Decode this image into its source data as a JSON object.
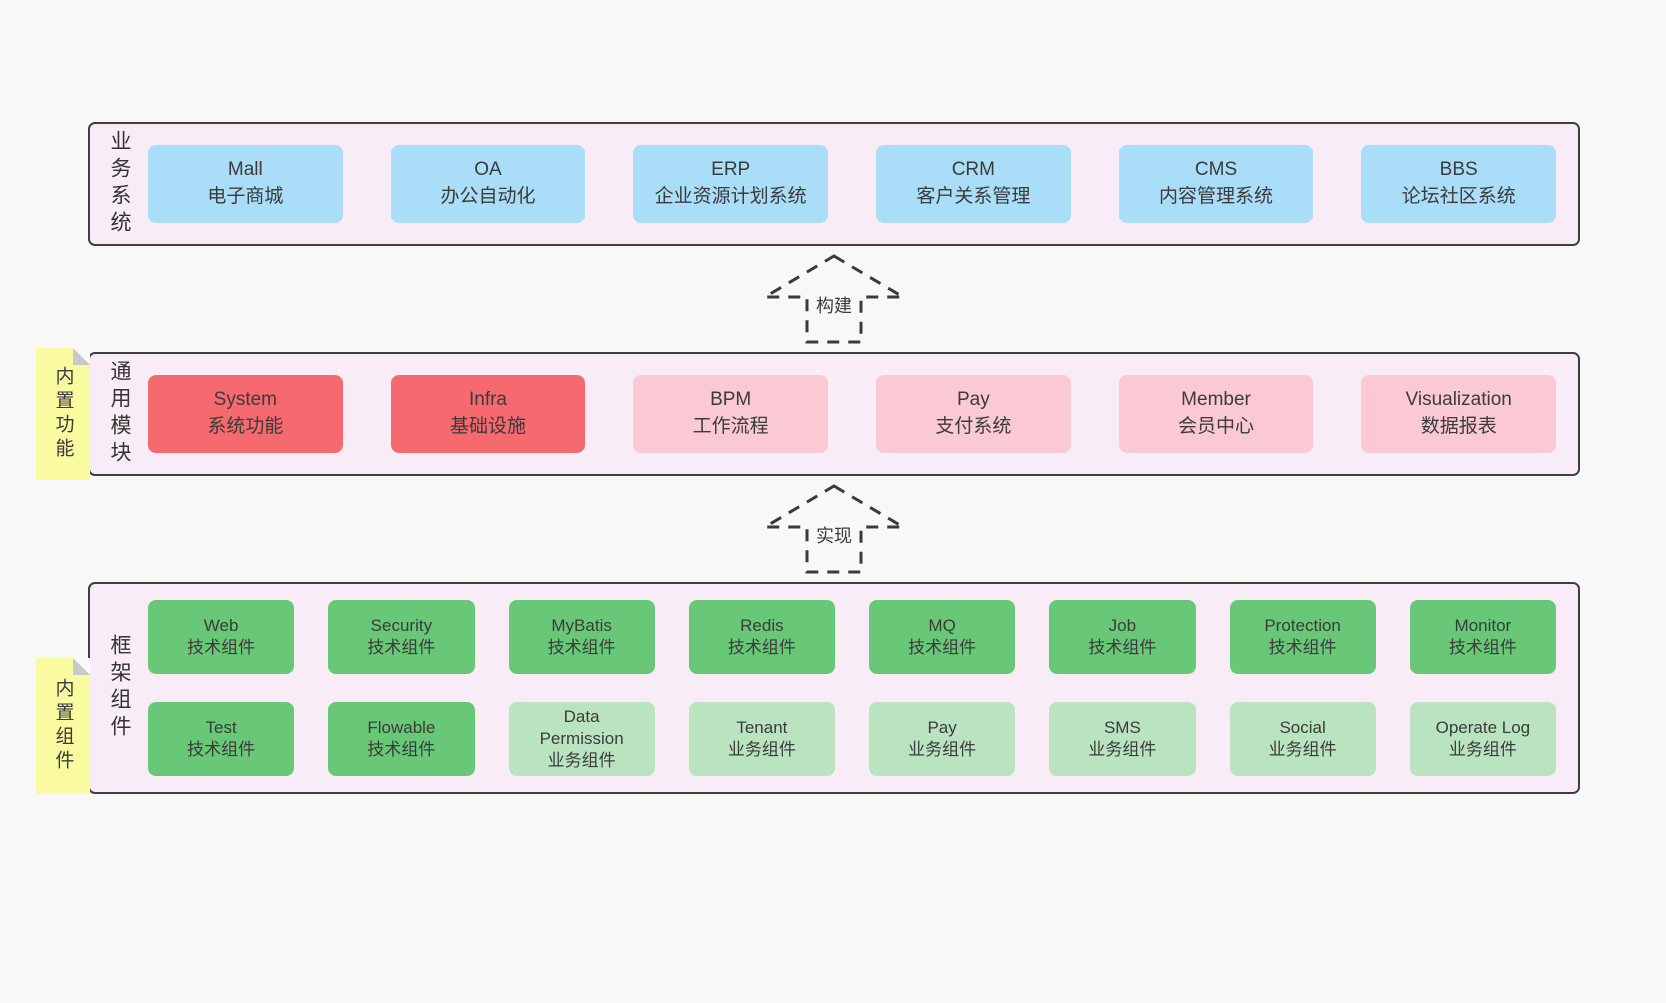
{
  "sections": {
    "business": {
      "label": "业务系统",
      "boxes": [
        {
          "title": "Mall",
          "subtitle": "电子商城"
        },
        {
          "title": "OA",
          "subtitle": "办公自动化"
        },
        {
          "title": "ERP",
          "subtitle": "企业资源计划系统"
        },
        {
          "title": "CRM",
          "subtitle": "客户关系管理"
        },
        {
          "title": "CMS",
          "subtitle": "内容管理系统"
        },
        {
          "title": "BBS",
          "subtitle": "论坛社区系统"
        }
      ]
    },
    "modules": {
      "label": "通用模块",
      "note": "内置功能",
      "boxes": [
        {
          "title": "System",
          "subtitle": "系统功能"
        },
        {
          "title": "Infra",
          "subtitle": "基础设施"
        },
        {
          "title": "BPM",
          "subtitle": "工作流程"
        },
        {
          "title": "Pay",
          "subtitle": "支付系统"
        },
        {
          "title": "Member",
          "subtitle": "会员中心"
        },
        {
          "title": "Visualization",
          "subtitle": "数据报表"
        }
      ]
    },
    "framework": {
      "label": "框架组件",
      "note": "内置组件",
      "row1": [
        {
          "title": "Web",
          "subtitle": "技术组件"
        },
        {
          "title": "Security",
          "subtitle": "技术组件"
        },
        {
          "title": "MyBatis",
          "subtitle": "技术组件"
        },
        {
          "title": "Redis",
          "subtitle": "技术组件"
        },
        {
          "title": "MQ",
          "subtitle": "技术组件"
        },
        {
          "title": "Job",
          "subtitle": "技术组件"
        },
        {
          "title": "Protection",
          "subtitle": "技术组件"
        },
        {
          "title": "Monitor",
          "subtitle": "技术组件"
        }
      ],
      "row2": [
        {
          "title": "Test",
          "subtitle": "技术组件"
        },
        {
          "title": "Flowable",
          "subtitle": "技术组件"
        },
        {
          "title": "Data Permission",
          "subtitle": "业务组件"
        },
        {
          "title": "Tenant",
          "subtitle": "业务组件"
        },
        {
          "title": "Pay",
          "subtitle": "业务组件"
        },
        {
          "title": "SMS",
          "subtitle": "业务组件"
        },
        {
          "title": "Social",
          "subtitle": "业务组件"
        },
        {
          "title": "Operate Log",
          "subtitle": "业务组件"
        }
      ]
    }
  },
  "arrows": {
    "build": "构建",
    "implement": "实现"
  },
  "colors": {
    "page-bg": "#f8f8f8",
    "panel-bg": "#f8edf6",
    "panel-border": "#3f3f3f",
    "box-blue": "#aaddf7",
    "box-red": "#f5696f",
    "box-pink": "#fac9d4",
    "box-green-dark": "#68c878",
    "box-green-light": "#bae4c0",
    "note-yellow": "#fafaa0",
    "note-fold": "#c8c8c8",
    "text-dark": "#3b3b3b",
    "arrow-stroke": "#3a3a3a"
  }
}
